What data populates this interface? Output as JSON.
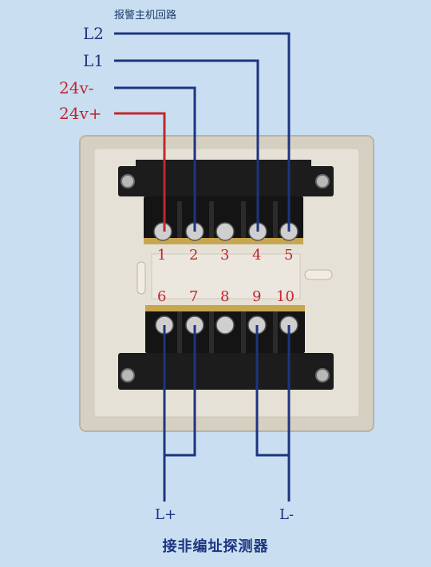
{
  "header": {
    "caption": "报警主机回路"
  },
  "wires": {
    "l2": "L2",
    "l1": "L1",
    "v_minus": "24v-",
    "v_plus": "24v+"
  },
  "terminals": {
    "top": [
      "1",
      "2",
      "3",
      "4",
      "5"
    ],
    "bottom": [
      "6",
      "7",
      "8",
      "9",
      "10"
    ]
  },
  "outputs": {
    "l_plus": "L+",
    "l_minus": "L-"
  },
  "footer": {
    "title": "接非编址探测器"
  },
  "colors": {
    "background": "#c9dff1",
    "wire_navy": "#1d3480",
    "wire_red": "#c0272d",
    "box": "#e4dfd3",
    "terminal_block": "#1a1a1a"
  }
}
